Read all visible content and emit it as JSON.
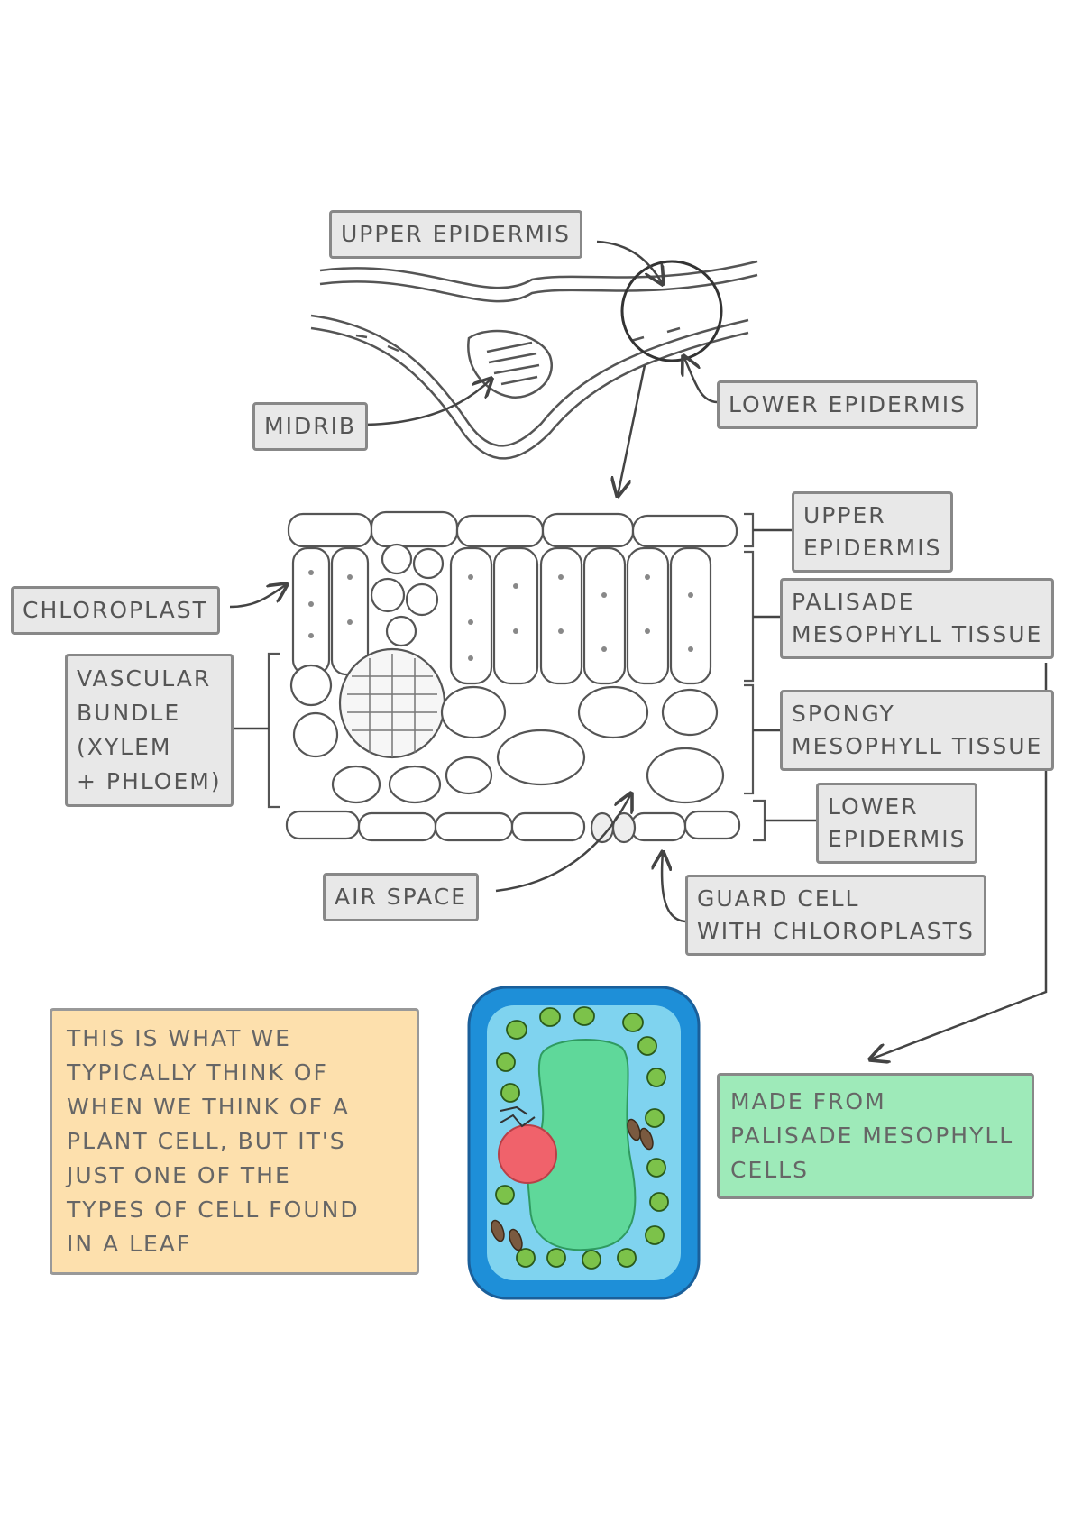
{
  "labels": {
    "upper_epidermis_top": "UPPER EPIDERMIS",
    "lower_epidermis_top": "LOWER EPIDERMIS",
    "midrib": "MIDRIB",
    "upper_epidermis": [
      "UPPER",
      "EPIDERMIS"
    ],
    "chloroplast": "CHLOROPLAST",
    "palisade": [
      "PALISADE",
      "MESOPHYLL TISSUE"
    ],
    "vascular": [
      "VASCULAR",
      "BUNDLE",
      "(XYLEM",
      "+ PHLOEM)"
    ],
    "spongy": [
      "SPONGY",
      "MESOPHYLL TISSUE"
    ],
    "lower_epidermis": [
      "LOWER",
      "EPIDERMIS"
    ],
    "air_space": "AIR SPACE",
    "guard_cell": [
      "GUARD CELL",
      "WITH CHLOROPLASTS"
    ]
  },
  "notes": {
    "plant_cell": [
      "THIS IS WHAT WE",
      "TYPICALLY THINK OF",
      "WHEN WE THINK OF A",
      "PLANT CELL, BUT IT'S",
      "JUST ONE OF THE",
      "TYPES OF CELL FOUND",
      "IN A LEAF"
    ],
    "made_from": [
      "MADE FROM",
      "PALISADE MESOPHYLL",
      "CELLS"
    ]
  },
  "colors": {
    "label_fill": "#e8e8e8",
    "label_border": "#888888",
    "note_orange": "#fde0ad",
    "note_green": "#9eeab9",
    "cell_wall": "#1e8fd8",
    "cytoplasm": "#7fd3ef",
    "vacuole": "#5fd89a",
    "nucleus": "#f0626b",
    "chloroplast": "#7cc24a",
    "line": "#444444"
  }
}
